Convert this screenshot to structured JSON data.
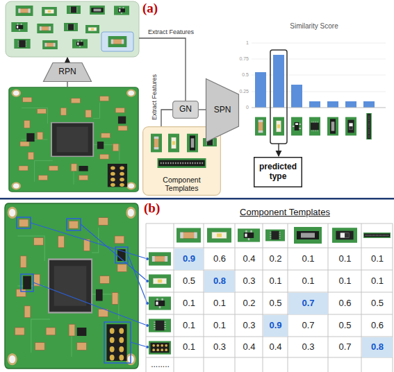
{
  "diagram": {
    "nodes": [
      {
        "text": [
          "RPN"
        ]
      },
      {
        "text": [
          "Component Templates"
        ]
      },
      {
        "text": [
          "GN"
        ]
      },
      {
        "text": [
          "SPN"
        ]
      },
      {
        "text": [
          "predicted type"
        ]
      }
    ],
    "edges": [
      {
        "from": 1,
        "to": 2,
        "label": "Extract Features",
        "arrow": "none"
      },
      {
        "from": 2,
        "to": 3,
        "arrow": "none"
      }
    ],
    "labels": [
      "(a)",
      "Extract Features",
      "Similarity Score",
      "1",
      "0.75",
      "0.5",
      "0.25",
      "0",
      "(b)",
      "Component Templates",
      "0.9",
      "0.6",
      "0.4",
      "0.2",
      "0.1",
      "0.1",
      "0.1",
      "0.5",
      "0.8",
      "0.3",
      "0.1",
      "0.1",
      "0.1",
      "0.1",
      "0.1",
      "0.1",
      "0.2",
      "0.5",
      "0.7",
      "0.6",
      "0.5",
      "0.1",
      "0.1",
      "0.3",
      "0.9",
      "0.7",
      "0.5",
      "0.6",
      "0.1",
      "0.3",
      "0.4",
      "0.4",
      "0.3",
      "0.7",
      "0.8",
      "........"
    ]
  }
}
